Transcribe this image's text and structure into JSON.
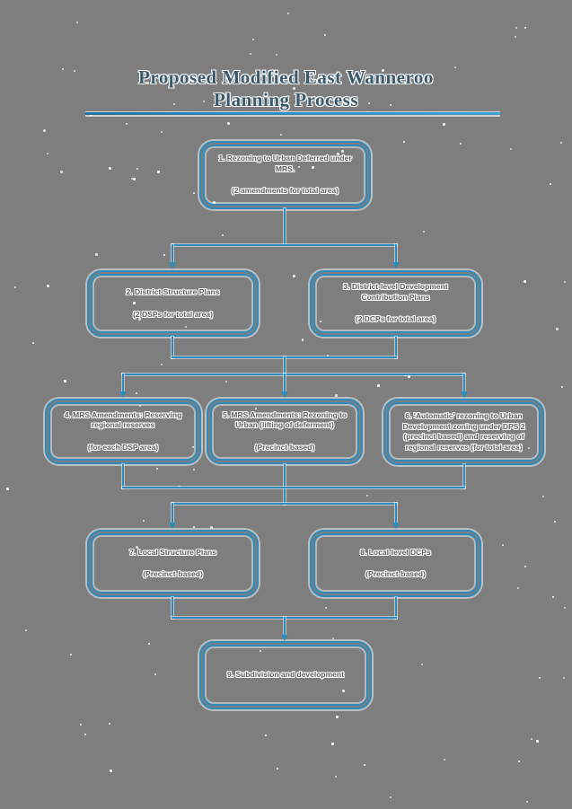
{
  "title": {
    "line1": "Proposed Modified East Wanneroo",
    "line2": "Planning Process"
  },
  "colors": {
    "accent_blue": "#2d8bbd",
    "page_background": "#7e7e7e",
    "title_text": "#3b586b",
    "box_text": "#5e5e5e"
  },
  "flowchart": {
    "boxes": [
      {
        "title": "1. Rezoning to Urban Deferred under MRS.",
        "subtitle": "(2 amendments for total area)"
      },
      {
        "title": "2. District Structure Plans",
        "subtitle": "(2 DSPs for total area)"
      },
      {
        "title": "3. District-level Development Contribution Plans",
        "subtitle": "(2 DCPs for total area)"
      },
      {
        "title": "4. MRS Amendments: Reserving regional reserves",
        "subtitle": "(for each DSP area)"
      },
      {
        "title": "5. MRS Amendments: Rezoning to Urban (lifting of deferment)",
        "subtitle": "(Precinct-based)"
      },
      {
        "title": "6. 'Automatic' rezoning to Urban Development zoning under DPS 2 (precinct based) and reserving of regional reserves (for total area)",
        "subtitle": ""
      },
      {
        "title": "7. Local Structure Plans",
        "subtitle": "(Precinct-based)"
      },
      {
        "title": "8. Local-level DCPs",
        "subtitle": "(Precinct-based)"
      },
      {
        "title": "9. Subdivision and development",
        "subtitle": ""
      }
    ]
  }
}
